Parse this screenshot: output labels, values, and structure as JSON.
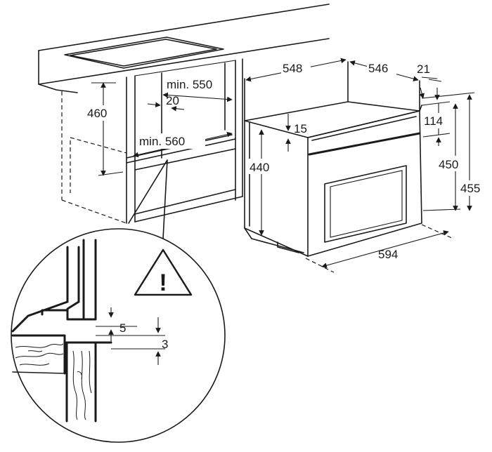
{
  "dimensions": {
    "cabinet_height": "460",
    "cabinet_min_width": "min. 550",
    "gap_20": "20",
    "cabinet_min_depth": "min. 560",
    "oven_depth_548": "548",
    "oven_depth_546": "546",
    "panel_21": "21",
    "top_15": "15",
    "side_height_440": "440",
    "front_114": "114",
    "front_450": "450",
    "front_455": "455",
    "front_width_594": "594",
    "detail_5": "5",
    "detail_3": "3"
  },
  "warning_symbol": "!",
  "icons": [
    "warning-triangle-icon"
  ]
}
